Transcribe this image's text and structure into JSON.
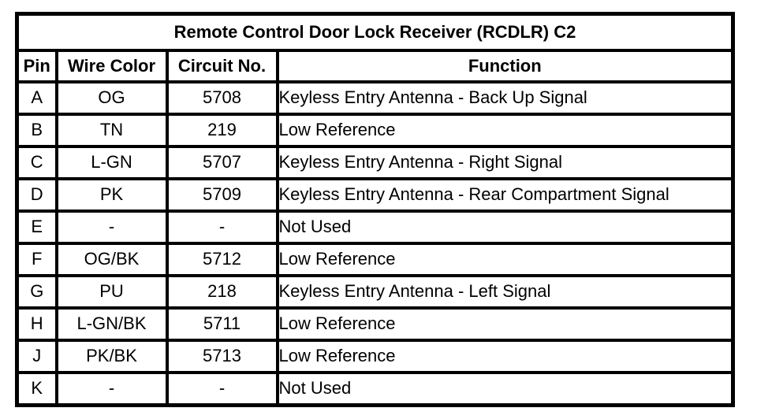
{
  "table": {
    "title": "Remote Control Door Lock Receiver (RCDLR) C2",
    "columns": [
      "Pin",
      "Wire Color",
      "Circuit No.",
      "Function"
    ],
    "rows": [
      {
        "pin": "A",
        "wire_color": "OG",
        "circuit_no": "5708",
        "function": "Keyless Entry Antenna - Back Up Signal"
      },
      {
        "pin": "B",
        "wire_color": "TN",
        "circuit_no": "219",
        "function": "Low Reference"
      },
      {
        "pin": "C",
        "wire_color": "L-GN",
        "circuit_no": "5707",
        "function": "Keyless Entry Antenna - Right Signal"
      },
      {
        "pin": "D",
        "wire_color": "PK",
        "circuit_no": "5709",
        "function": "Keyless Entry Antenna - Rear Compartment Signal"
      },
      {
        "pin": "E",
        "wire_color": "-",
        "circuit_no": "-",
        "function": "Not Used"
      },
      {
        "pin": "F",
        "wire_color": "OG/BK",
        "circuit_no": "5712",
        "function": "Low Reference"
      },
      {
        "pin": "G",
        "wire_color": "PU",
        "circuit_no": "218",
        "function": "Keyless Entry Antenna - Left Signal"
      },
      {
        "pin": "H",
        "wire_color": "L-GN/BK",
        "circuit_no": "5711",
        "function": "Low Reference"
      },
      {
        "pin": "J",
        "wire_color": "PK/BK",
        "circuit_no": "5713",
        "function": "Low Reference"
      },
      {
        "pin": "K",
        "wire_color": "-",
        "circuit_no": "-",
        "function": "Not Used"
      }
    ],
    "colors": {
      "border": "#000000",
      "text": "#000000",
      "background": "#ffffff"
    }
  }
}
